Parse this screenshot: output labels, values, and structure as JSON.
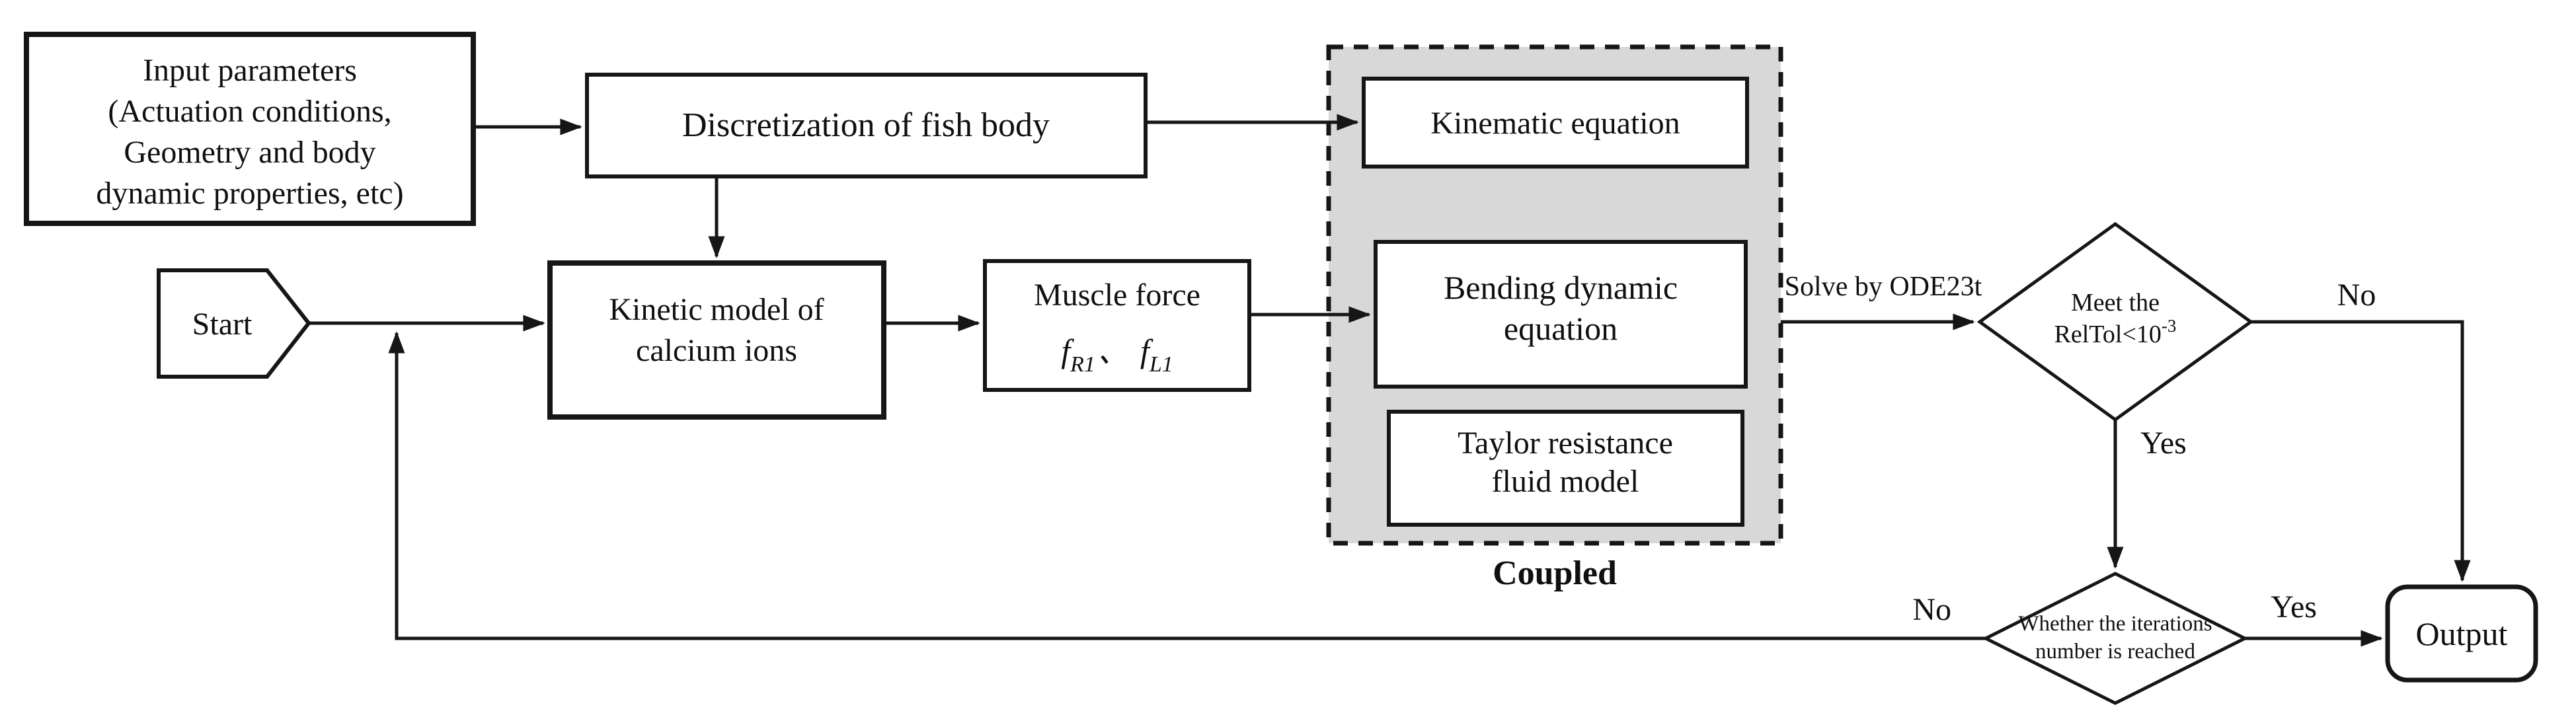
{
  "diagram": {
    "background": "#ffffff",
    "stroke_color": "#161616",
    "nodes": {
      "input_params": {
        "lines": [
          "Input parameters",
          "(Actuation conditions,",
          "Geometry and body",
          "dynamic properties, etc)"
        ]
      },
      "discretization": {
        "label": "Discretization of fish body"
      },
      "start": {
        "label": "Start"
      },
      "kinetic_model": {
        "lines": [
          "Kinetic model of",
          "calcium ions"
        ]
      },
      "muscle_force": {
        "title": "Muscle force",
        "symbol_left": "f",
        "symbol_left_sub": "R1",
        "separator": "、",
        "symbol_right": "f",
        "symbol_right_sub": "L1"
      },
      "kinematic": {
        "label": "Kinematic equation"
      },
      "bending": {
        "lines": [
          "Bending dynamic",
          "equation"
        ]
      },
      "taylor": {
        "lines": [
          "Taylor resistance",
          "fluid model"
        ]
      },
      "decision_reltol": {
        "line1": "Meet the",
        "line2_base": "RelTol<10",
        "line2_exponent": "-3"
      },
      "decision_iterations": {
        "lines": [
          "Whether the iterations",
          "number is reached"
        ]
      },
      "output": {
        "label": "Output"
      }
    },
    "coupled_group": {
      "label": "Coupled",
      "fill": "#d8d8d8"
    },
    "edge_labels": {
      "solve": "Solve by ODE23t",
      "reltol_no": "No",
      "reltol_yes": "Yes",
      "iterations_no": "No",
      "iterations_yes": "Yes"
    }
  }
}
